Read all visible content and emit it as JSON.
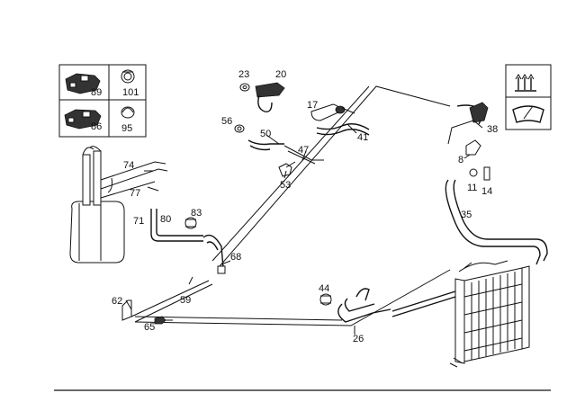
{
  "diagram": {
    "callouts": [
      {
        "id": "c23",
        "label": "23"
      },
      {
        "id": "c20",
        "label": "20"
      },
      {
        "id": "c17",
        "label": "17"
      },
      {
        "id": "c56",
        "label": "56"
      },
      {
        "id": "c50",
        "label": "50"
      },
      {
        "id": "c47",
        "label": "47"
      },
      {
        "id": "c41",
        "label": "41"
      },
      {
        "id": "c53",
        "label": "53"
      },
      {
        "id": "c38",
        "label": "38"
      },
      {
        "id": "c8",
        "label": "8"
      },
      {
        "id": "c11",
        "label": "11"
      },
      {
        "id": "c14",
        "label": "14"
      },
      {
        "id": "c35",
        "label": "35"
      },
      {
        "id": "c74",
        "label": "74"
      },
      {
        "id": "c77",
        "label": "77"
      },
      {
        "id": "c71",
        "label": "71"
      },
      {
        "id": "c80",
        "label": "80"
      },
      {
        "id": "c83",
        "label": "83"
      },
      {
        "id": "c68",
        "label": "68"
      },
      {
        "id": "c62",
        "label": "62"
      },
      {
        "id": "c59",
        "label": "59"
      },
      {
        "id": "c65",
        "label": "65"
      },
      {
        "id": "c44",
        "label": "44"
      },
      {
        "id": "c26",
        "label": "26"
      }
    ],
    "legend_box": {
      "cells": [
        {
          "id": "l89",
          "label": "89"
        },
        {
          "id": "l101",
          "label": "101"
        },
        {
          "id": "l86",
          "label": "86"
        },
        {
          "id": "l95",
          "label": "95"
        }
      ]
    },
    "symbol_box": {
      "icons": [
        "heat-defrost-icon",
        "windshield-icon"
      ]
    },
    "colors": {
      "ink": "#111111",
      "background": "#ffffff"
    }
  }
}
